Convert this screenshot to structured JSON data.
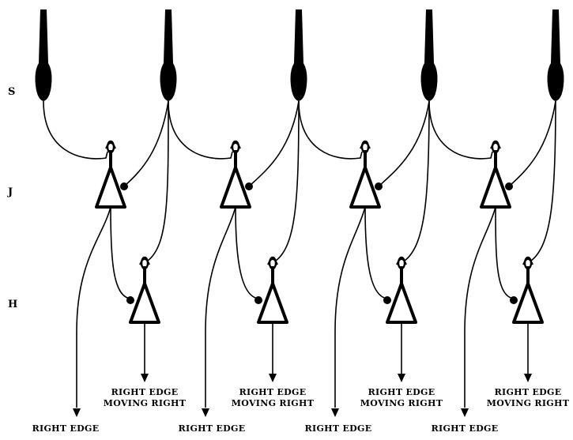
{
  "row_labels": {
    "s": "S",
    "j": "J",
    "h": "H"
  },
  "labels": {
    "moving_line1": "RIGHT EDGE",
    "moving_line2": "MOVING RIGHT",
    "bottom": "RIGHT EDGE"
  },
  "counts": {
    "receptors": 5,
    "j_units": 4,
    "h_units": 4
  },
  "colors": {
    "ink": "#000000",
    "background": "#ffffff"
  }
}
